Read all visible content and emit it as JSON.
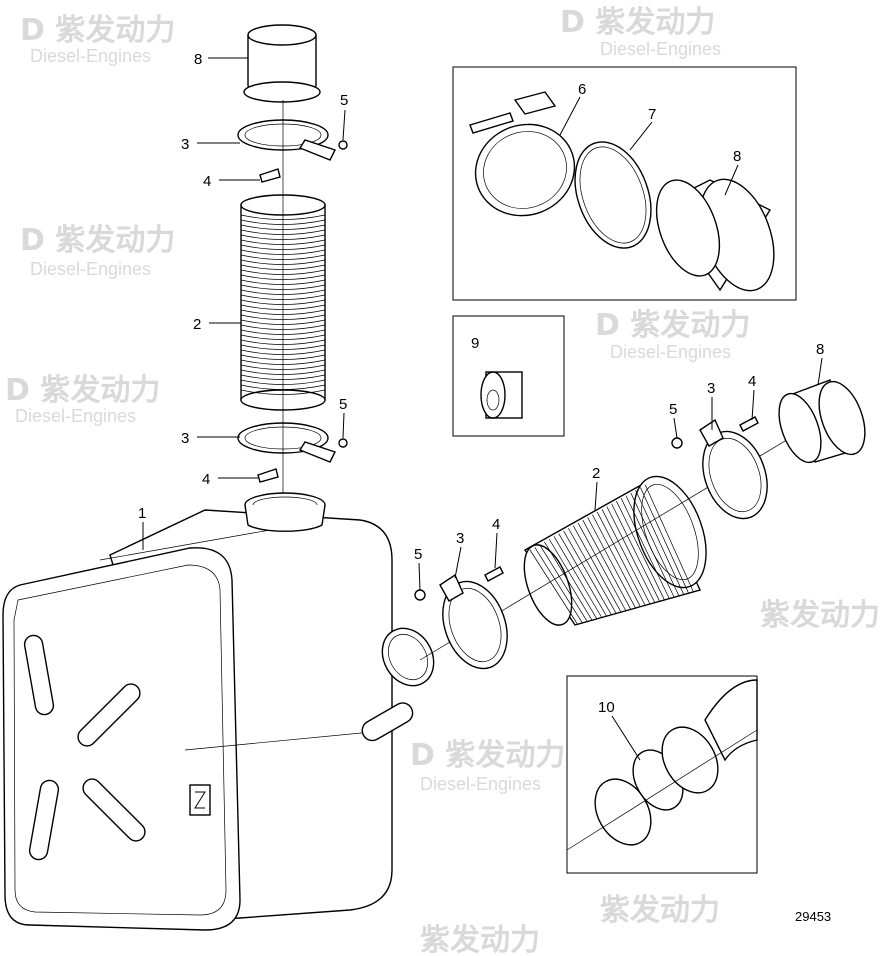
{
  "watermark": {
    "brand_cn": "紫发动力",
    "brand_en": "Diesel-Engines"
  },
  "diagram_number": "29453",
  "callouts": {
    "top_pipe_8": "8",
    "top_nut_5": "5",
    "top_clamp_3": "3",
    "top_bolt_4": "4",
    "vertical_flex_pipe_2": "2",
    "lower_nut_5": "5",
    "lower_clamp_3": "3",
    "lower_bolt_4": "4",
    "silencer_1": "1",
    "box_clamp_6": "6",
    "box_ring_7": "7",
    "box_pipe_8": "8",
    "box_bushing_9": "9",
    "right_pipe_8": "8",
    "right_clamp_3": "3",
    "right_bolt_4": "4",
    "right_nut_5": "5",
    "horizontal_flex_pipe_2": "2",
    "mid_clamp_3": "3",
    "mid_bolt_4": "4",
    "mid_nut_5": "5",
    "box_gasket_10": "10"
  }
}
